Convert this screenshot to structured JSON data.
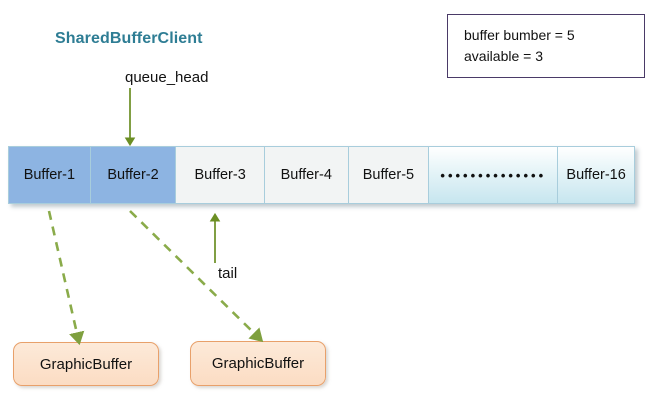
{
  "diagram": {
    "title": "SharedBufferClient",
    "title_color": "#2e7d94",
    "queue_head_label": "queue_head",
    "tail_label": "tail",
    "legend": {
      "line1": "buffer bumber = 5",
      "line2": "available = 3"
    },
    "buffer_row": {
      "cells": [
        {
          "label": "Buffer-1",
          "state": "used"
        },
        {
          "label": "Buffer-2",
          "state": "used"
        },
        {
          "label": "Buffer-3",
          "state": "free"
        },
        {
          "label": "Buffer-4",
          "state": "free"
        },
        {
          "label": "Buffer-5",
          "state": "free"
        },
        {
          "label": "••••••••••••••",
          "state": "ellipsis"
        },
        {
          "label": "Buffer-16",
          "state": "teal"
        }
      ]
    },
    "graphic_buffers": [
      {
        "label": "GraphicBuffer"
      },
      {
        "label": "GraphicBuffer"
      }
    ],
    "colors": {
      "used_buffer": "#8db4e2",
      "free_buffer": "#f2f4f4",
      "teal_buffer": "#c7e6ef",
      "cell_border": "#a8cddc",
      "arrow_green": "#6b8e23",
      "dashed_green": "#8aab4a",
      "gbuf_fill": "#fbdcc3",
      "gbuf_border": "#e8a06a",
      "legend_border": "#4a3a67"
    }
  }
}
